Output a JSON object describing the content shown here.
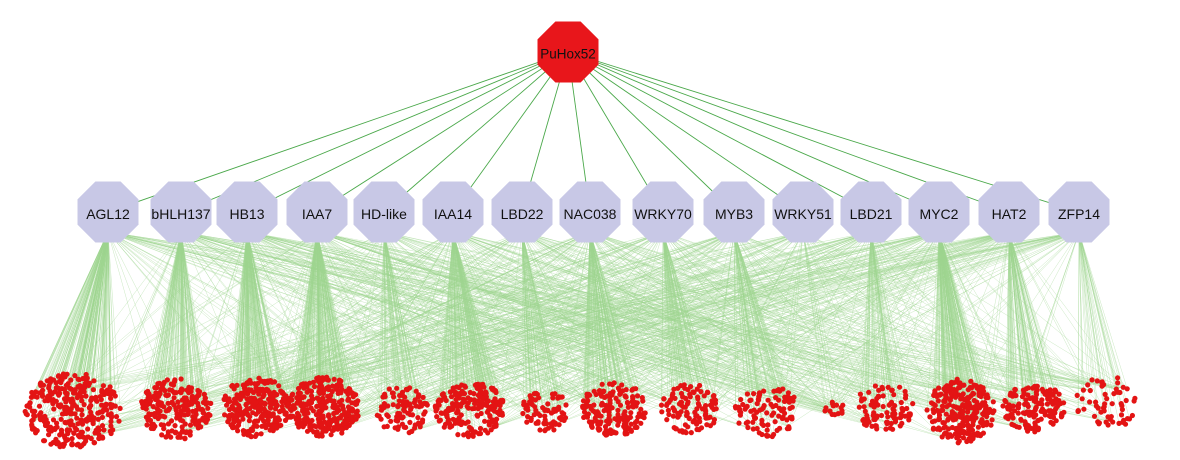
{
  "colors": {
    "background": "#ffffff",
    "root_fill": "#e8161b",
    "tf_fill": "#c8c8e6",
    "target_fill": "#e31414",
    "edge_root": "#4aa84a",
    "edge_target": "#9fd68f"
  },
  "network": {
    "root": {
      "label": "PuHox52"
    },
    "tfs": [
      {
        "label": "AGL12",
        "cluster": {
          "count": 320,
          "density": "dense"
        }
      },
      {
        "label": "bHLH137",
        "cluster": {
          "count": 210,
          "density": "dense"
        }
      },
      {
        "label": "HB13",
        "cluster": {
          "count": 260,
          "density": "dense"
        }
      },
      {
        "label": "IAA7",
        "cluster": {
          "count": 290,
          "density": "dense"
        }
      },
      {
        "label": "HD-like",
        "cluster": {
          "count": 90,
          "density": "sparse"
        }
      },
      {
        "label": "IAA14",
        "cluster": {
          "count": 200,
          "density": "dense"
        }
      },
      {
        "label": "LBD22",
        "cluster": {
          "count": 80,
          "density": "sparse"
        }
      },
      {
        "label": "NAC038",
        "cluster": {
          "count": 170,
          "density": "dense"
        }
      },
      {
        "label": "WRKY70",
        "cluster": {
          "count": 110,
          "density": "sparse"
        }
      },
      {
        "label": "MYB3",
        "cluster": {
          "count": 100,
          "density": "sparse"
        }
      },
      {
        "label": "WRKY51",
        "cluster": {
          "count": 14,
          "density": "tiny"
        }
      },
      {
        "label": "LBD21",
        "cluster": {
          "count": 90,
          "density": "sparse"
        }
      },
      {
        "label": "MYC2",
        "cluster": {
          "count": 270,
          "density": "dense"
        }
      },
      {
        "label": "HAT2",
        "cluster": {
          "count": 150,
          "density": "dense"
        }
      },
      {
        "label": "ZFP14",
        "cluster": {
          "count": 60,
          "density": "sparse"
        }
      }
    ]
  }
}
